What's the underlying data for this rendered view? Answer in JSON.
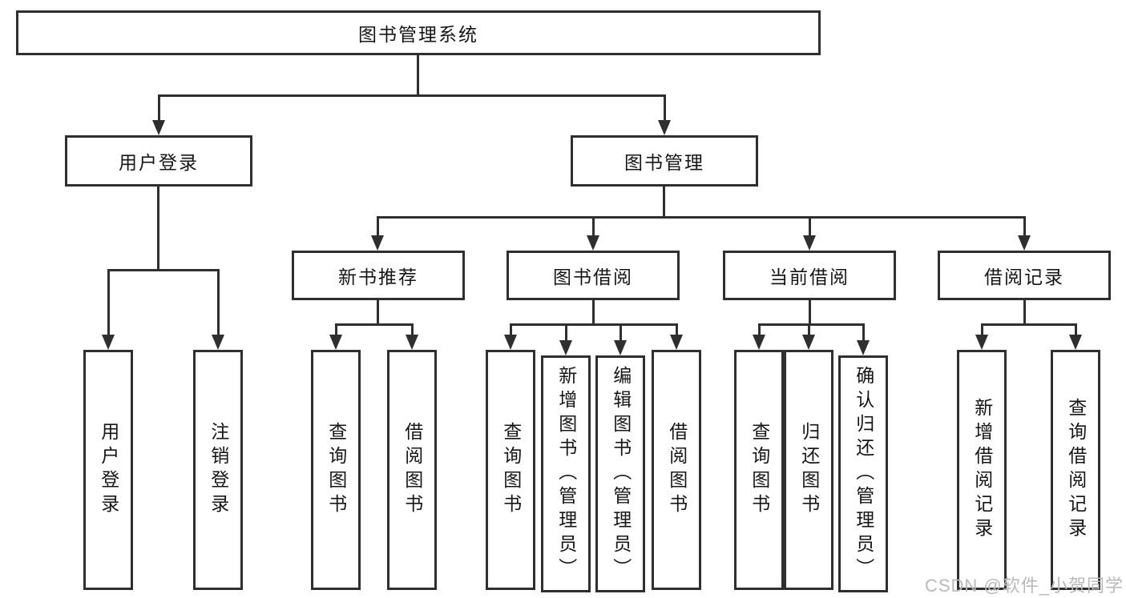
{
  "diagram": {
    "root": {
      "label": "图书管理系统"
    },
    "branches": [
      {
        "label": "用户登录",
        "children": [
          {
            "label": "用户登录"
          },
          {
            "label": "注销登录"
          }
        ]
      },
      {
        "label": "图书管理",
        "groups": [
          {
            "label": "新书推荐",
            "children": [
              {
                "label": "查询图书"
              },
              {
                "label": "借阅图书"
              }
            ]
          },
          {
            "label": "图书借阅",
            "children": [
              {
                "label": "查询图书"
              },
              {
                "label": "新增图书（管理员）"
              },
              {
                "label": "编辑图书（管理员）"
              },
              {
                "label": "借阅图书"
              }
            ]
          },
          {
            "label": "当前借阅",
            "children": [
              {
                "label": "查询图书"
              },
              {
                "label": "归还图书"
              },
              {
                "label": "确认归还（管理员）"
              }
            ]
          },
          {
            "label": "借阅记录",
            "children": [
              {
                "label": "新增借阅记录"
              },
              {
                "label": "查询借阅记录"
              }
            ]
          }
        ]
      }
    ]
  },
  "watermark": {
    "text": "CSDN @软件_小贺同学",
    "color": "#b9b9b9"
  },
  "colors": {
    "line": "#2f2f2f",
    "box_background": "#ffffff",
    "text": "#161616"
  }
}
